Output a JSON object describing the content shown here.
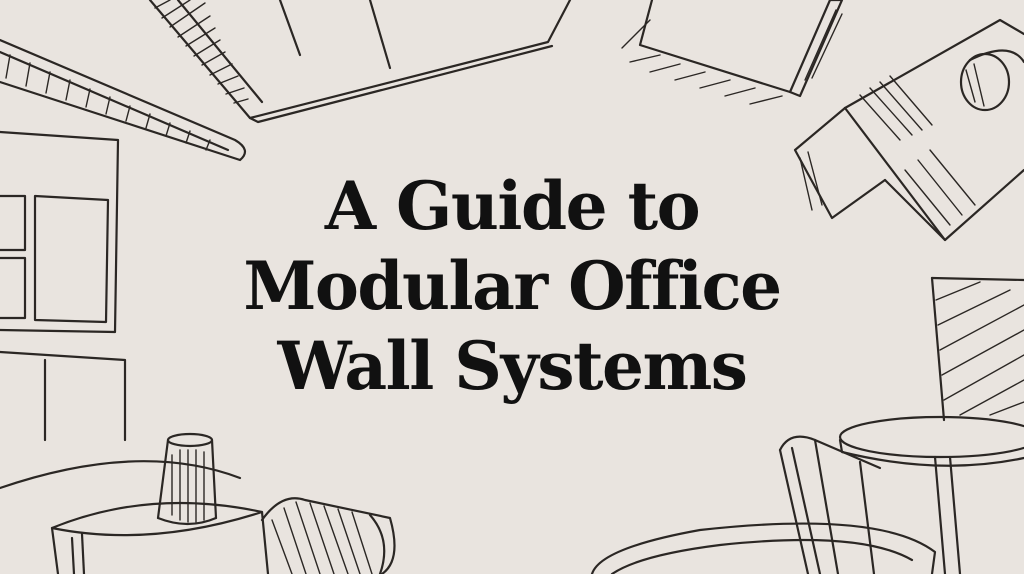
{
  "title": {
    "lines": [
      "A Guide to",
      "Modular Office",
      "Wall Systems"
    ]
  },
  "colors": {
    "background": "#e9e4df",
    "ink": "#111111",
    "sketch_stroke": "#2b2724"
  },
  "illustrations": [
    "folder-sketch",
    "roof-beam-sketch",
    "wall-panel-sketch",
    "cup-sketch",
    "round-table-sketch",
    "rolled-fabric-sketch",
    "box-sketch",
    "paper-roll-sketch",
    "partition-panel-sketch",
    "chair-sketch",
    "side-table-sketch"
  ]
}
